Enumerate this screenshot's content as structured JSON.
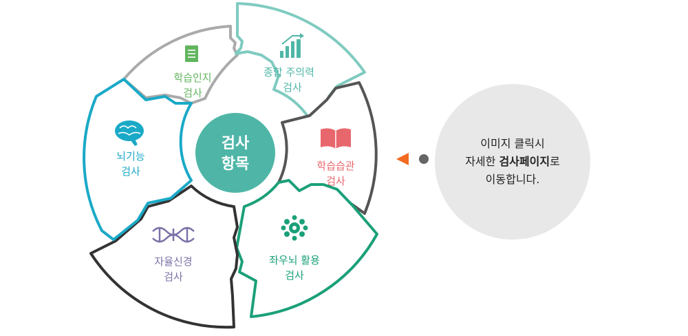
{
  "center": {
    "line1": "검사",
    "line2": "항목"
  },
  "segments": [
    {
      "line1": "학습인지",
      "line2": "검사",
      "color": "#62b55f",
      "icon": "document-icon"
    },
    {
      "line1": "종합 주의력",
      "line2": "검사",
      "color": "#4fb6a7",
      "icon": "bar-chart-icon"
    },
    {
      "line1": "학습습관",
      "line2": "검사",
      "color": "#e8676d",
      "icon": "book-icon"
    },
    {
      "line1": "좌우뇌 활용",
      "line2": "검사",
      "color": "#1ba079",
      "icon": "neuron-icon"
    },
    {
      "line1": "자율신경",
      "line2": "검사",
      "color": "#7a72a7",
      "icon": "dna-icon"
    },
    {
      "line1": "뇌기능",
      "line2": "검사",
      "color": "#1aa9c7",
      "icon": "brain-icon"
    }
  ],
  "info": {
    "line1": "이미지 클릭시",
    "line2_pre": "자세한 ",
    "line2_bold": "검사페이지",
    "line2_post": "로",
    "line3": "이동합니다."
  },
  "colors": {
    "center": "#4fb6a7",
    "ring_gray": "#aaaaaa",
    "ring_teal": "#7fcbc0",
    "ring_dark": "#555555",
    "ring_green": "#1ba079",
    "ring_black": "#333333",
    "ring_blue": "#1aa9c7",
    "arrow": "#f26b23",
    "dot": "#666666"
  }
}
